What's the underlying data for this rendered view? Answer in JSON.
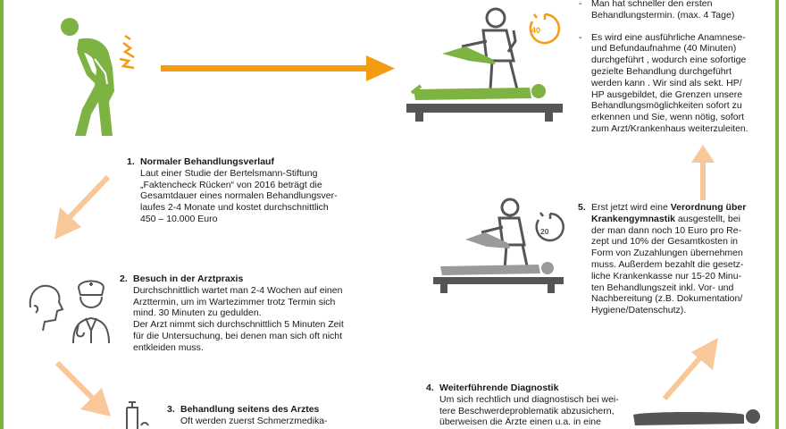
{
  "theme": {
    "green": "#7cb342",
    "orange": "#f39c12",
    "peach": "#f8c89a",
    "gray": "#555555",
    "light_gray": "#9a9a9a"
  },
  "badges": {
    "top": "40",
    "middle": "20"
  },
  "right_top": {
    "bullet1": [
      "Man hat schneller den ersten",
      "Behandlungstermin. (max. 4 Tage)"
    ],
    "bullet2": [
      "Es wird eine ausführliche Anamnese-",
      "und Befundaufnahme (40 Minuten)",
      "durchgeführt , wodurch eine sofortige",
      "gezielte Behandlung durchgeführt",
      "werden kann . Wir sind als sekt. HP/",
      "HP ausgebildet, die Grenzen unsere",
      "Behandlungsmöglichkeiten sofort zu",
      "erkennen und Sie, wenn nötig, sofort",
      "zum Arzt/Krankenhaus weiterzuleiten."
    ]
  },
  "step1": {
    "number": "1.",
    "title": "Normaler Behandlungsverlauf",
    "lines": [
      "Laut einer Studie der Bertelsmann-Stiftung",
      "„Faktencheck Rücken“ von 2016 beträgt die",
      "Gesamtdauer eines normalen Behandlungsver-",
      "laufes 2-4 Monate und kostet durchschnittlich",
      "450 – 10.000 Euro"
    ]
  },
  "step2": {
    "number": "2.",
    "title": "Besuch in der Arztpraxis",
    "lines": [
      "Durchschnittlich wartet man 2-4 Wochen  auf einen",
      "Arzttermin, um im Wartezimmer trotz Termin sich",
      "mind. 30 Minuten zu gedulden.",
      "Der Arzt nimmt sich durchschnittlich 5 Minuten Zeit",
      "für die Untersuchung, bei denen man sich oft nicht",
      "entkleiden muss."
    ]
  },
  "step3": {
    "number": "3.",
    "title": "Behandlung seitens des Arztes",
    "lines": [
      "Oft werden zuerst Schmerzmedika-"
    ]
  },
  "step4": {
    "number": "4.",
    "title": "Weiterführende Diagnostik",
    "lines": [
      "Um sich rechtlich und diagnostisch bei wei-",
      "tere Beschwerdeproblematik abzusichern,",
      "überweisen die Ärzte einen u.a. in eine"
    ]
  },
  "step5": {
    "number": "5.",
    "first_plain": "Erst jetzt wird eine ",
    "first_bold": "Verordnung über",
    "second_bold": "Krankengymnastik",
    "second_plain": " ausgestellt, bei",
    "lines": [
      "der man dann noch 10 Euro pro Re-",
      "zept und 10% der Gesamtkosten  in",
      "Form von Zuzahlungen übernehmen",
      "muss. Außerdem bezahlt die gesetz-",
      "liche Krankenkasse nur 15-20 Minu-",
      "ten Behandlungszeit inkl.  Vor- und",
      "Nachbereitung (z.B. Dokumentation/",
      "Hygiene/Datenschutz)."
    ]
  }
}
